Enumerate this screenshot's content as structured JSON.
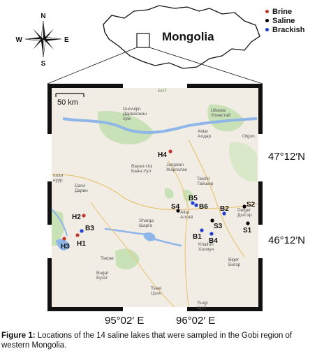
{
  "country_label": "Mongolia",
  "compass": {
    "n": "N",
    "s": "S",
    "e": "E",
    "w": "W"
  },
  "legend": [
    {
      "label": "Brine",
      "color": "#c0392b"
    },
    {
      "label": "Saline",
      "color": "#000000"
    },
    {
      "label": "Brackish",
      "color": "#1f3fd1"
    }
  ],
  "scale_label": "50 km",
  "lat_labels": {
    "top": "47°12′N",
    "bottom": "46°12′N"
  },
  "lon_labels": {
    "left": "95°02′ E",
    "right": "96°02′ E"
  },
  "places": {
    "bnt": "БНТ",
    "durvuljin": "Durvuljin\nДөрвөлжин\nсум",
    "uliastai": "Uliastai\nУлиастай",
    "aldar": "Aldar\nАлдар",
    "otgon": "Otgon",
    "bayan_uul": "Bayan-Uul\nБаян-Уул",
    "jargalan": "Jargalan\nЖаргалан",
    "taishir": "Taishir\nТайшир",
    "darvi": "Darvi\nДарви",
    "uushuur": "ıuuur\nнуур",
    "sharga": "Sharga\nШарга",
    "altai": "Altai\nАлтай",
    "delger": "Delger\nДэлгэр",
    "khaliun": "Khaliun\nХалиун",
    "biger": "Biger\nБигэр",
    "tugrug": "Төгрөг",
    "bugat": "Bugat\nБугат",
    "tseel": "Tseel\nЦээл",
    "tsogt": "Tsogt\nЦогт"
  },
  "sites": [
    {
      "id": "H4",
      "type": "Brine"
    },
    {
      "id": "S4",
      "type": "Saline"
    },
    {
      "id": "B5",
      "type": "Brackish"
    },
    {
      "id": "B6",
      "type": "Brackish"
    },
    {
      "id": "B2",
      "type": "Brackish"
    },
    {
      "id": "S2",
      "type": "Saline"
    },
    {
      "id": "S3",
      "type": "Saline"
    },
    {
      "id": "S1",
      "type": "Saline"
    },
    {
      "id": "B1",
      "type": "Brackish"
    },
    {
      "id": "B4",
      "type": "Brackish"
    },
    {
      "id": "H2",
      "type": "Brine"
    },
    {
      "id": "B3",
      "type": "Brackish"
    },
    {
      "id": "H1",
      "type": "Brine"
    },
    {
      "id": "H3",
      "type": "Brine"
    }
  ],
  "caption": {
    "label": "Figure 1:",
    "text": " Locations of the 14 saline lakes that were sampled in the Gobi region of western Mongolia."
  }
}
